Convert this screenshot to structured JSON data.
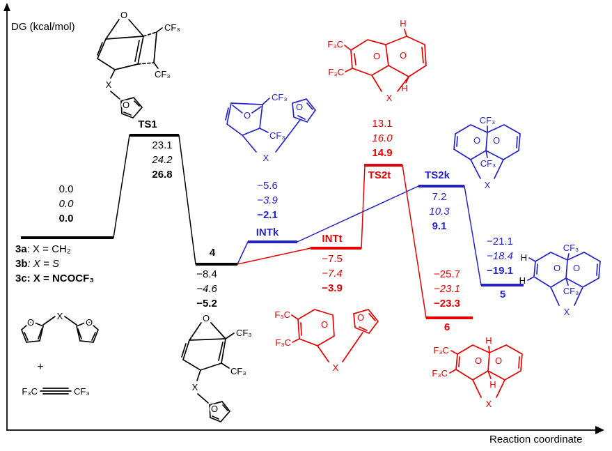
{
  "axes": {
    "y_label": "DG (kcal/mol)",
    "x_label": "Reaction coordinate"
  },
  "glyphs": {
    "o": "O",
    "x": "X",
    "h": "H",
    "cf3": "CF₃",
    "f3c": "F₃C",
    "plus": "+"
  },
  "legend": [
    {
      "id": "3a",
      "rest": ": X = CH₂"
    },
    {
      "id": "3b",
      "rest": ": X = S"
    },
    {
      "id": "3c",
      "rest": ": X = NCOCF₃"
    }
  ],
  "colors": {
    "main_path": "#000000",
    "kinetic_path": "#2323cc",
    "thermodynamic_path": "#e60000"
  },
  "levels": {
    "reactants": {
      "label": "",
      "values": [
        "0.0",
        "0.0",
        "0.0"
      ]
    },
    "ts1": {
      "label": "TS1",
      "values": [
        "23.1",
        "24.2",
        "26.8"
      ]
    },
    "int4": {
      "label": "4",
      "values": [
        "−8.4",
        "−4.6",
        "−5.2"
      ]
    },
    "intk": {
      "label": "INTk",
      "values": [
        "−5.6",
        "−3.9",
        "−2.1"
      ]
    },
    "intt": {
      "label": "INTt",
      "values": [
        "−7.5",
        "−7.4",
        "−3.9"
      ]
    },
    "ts2t": {
      "label": "TS2t",
      "values": [
        "13.1",
        "16.0",
        "14.9"
      ]
    },
    "ts2k": {
      "label": "TS2k",
      "values": [
        "7.2",
        "10.3",
        "9.1"
      ]
    },
    "prod6": {
      "label": "6",
      "values": [
        "−25.7",
        "−23.1",
        "−23.3"
      ]
    },
    "prod5": {
      "label": "5",
      "values": [
        "−21.1",
        "−18.4",
        "−19.1"
      ]
    }
  },
  "chart_data": {
    "type": "line",
    "xlabel": "Reaction coordinate",
    "ylabel": "DG (kcal/mol)",
    "categories": [
      "3",
      "TS1",
      "4",
      "INTk",
      "TS2k",
      "5",
      "INTt",
      "TS2t",
      "6"
    ],
    "series": [
      {
        "name": "3a: X = CH₂",
        "style": "normal",
        "values": [
          0.0,
          23.1,
          -8.4,
          -5.6,
          7.2,
          -21.1,
          -7.5,
          13.1,
          -25.7
        ]
      },
      {
        "name": "3b: X = S",
        "style": "italic",
        "values": [
          0.0,
          24.2,
          -4.6,
          -3.9,
          10.3,
          -18.4,
          -7.4,
          16.0,
          -23.1
        ]
      },
      {
        "name": "3c: X = NCOCF₃",
        "style": "bold",
        "values": [
          0.0,
          26.8,
          -5.2,
          -2.1,
          9.1,
          -19.1,
          -3.9,
          14.9,
          -23.3
        ]
      }
    ],
    "pathways": [
      {
        "name": "main",
        "color": "#000000",
        "stations": [
          "3",
          "TS1",
          "4"
        ]
      },
      {
        "name": "kinetic",
        "color": "#2323cc",
        "stations": [
          "4",
          "INTk",
          "TS2k",
          "5"
        ]
      },
      {
        "name": "thermodynamic",
        "color": "#e60000",
        "stations": [
          "4",
          "INTt",
          "TS2t",
          "6"
        ]
      }
    ],
    "ylim": [
      -30,
      30
    ],
    "grid": false,
    "legend_position": "left"
  }
}
